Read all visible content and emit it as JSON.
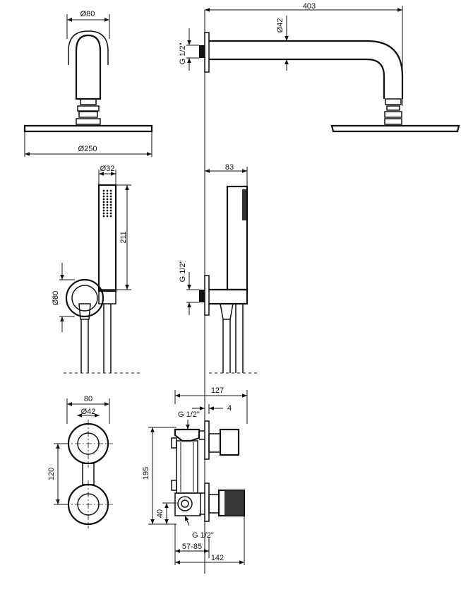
{
  "dimensions": {
    "rose_width_dia": "Ø80",
    "shower_head_dia": "Ø250",
    "arm_length": "403",
    "arm_dia": "Ø42",
    "arm_thread": "G 1/2\"",
    "hand_shower_dia": "Ø32",
    "hand_shower_length": "211",
    "hand_holder_dia": "Ø80",
    "hand_holder_depth": "83",
    "hand_thread": "G 1/2\"",
    "plate_width": "80",
    "plate_dia": "Ø42",
    "plate_spacing": "120",
    "body_height": "195",
    "body_outlet_offset": "40",
    "body_depth_127": "127",
    "plate_thickness": "4",
    "body_thread_top": "G 1/2\"",
    "body_thread_bottom": "G 1/2\"",
    "install_depth": "57-85",
    "total_depth": "142"
  }
}
